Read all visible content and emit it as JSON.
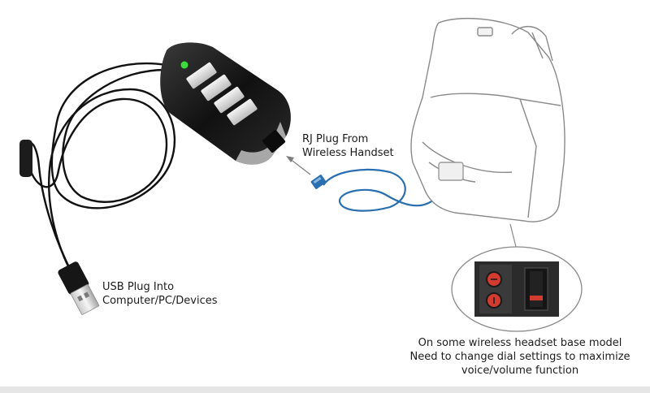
{
  "labels": {
    "rj_plug": [
      "RJ Plug From",
      "Wireless Handset"
    ],
    "usb_plug": [
      "USB Plug Into",
      "Computer/PC/Devices"
    ],
    "dial_note": [
      "On some wireless headset base model",
      "Need to change dial settings to maximize",
      "voice/volume function"
    ]
  },
  "colors": {
    "cable": "#111111",
    "rj_cable": "#2a6fb0",
    "adapter_body": "#1a1a1a",
    "led": "#3ddc3d",
    "dial": "#d23b2f"
  },
  "icons": {
    "led": "status-led-icon",
    "usb": "usb-plug-icon",
    "rj": "rj-plug-icon"
  }
}
